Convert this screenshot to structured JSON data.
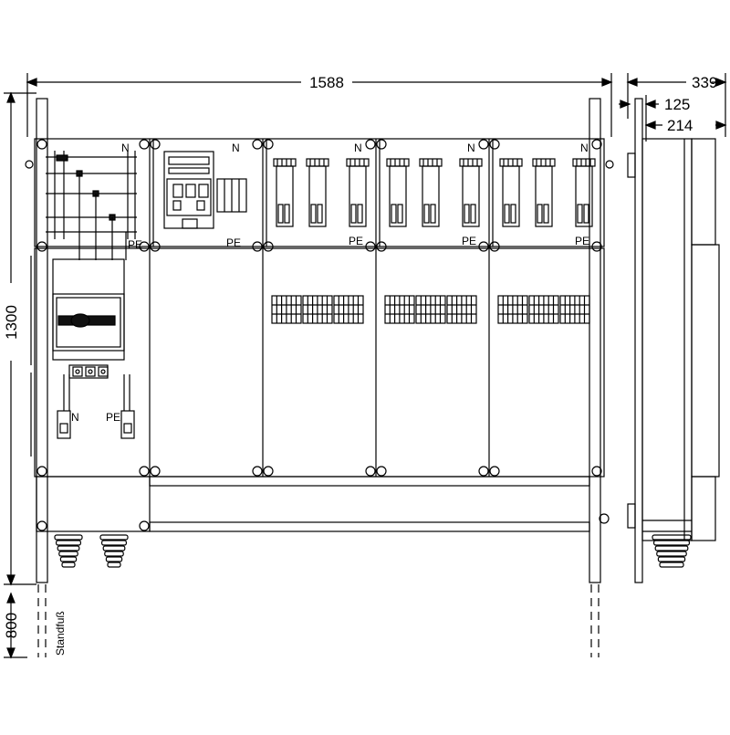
{
  "dimensions": {
    "total_width": "1588",
    "total_height": "1300",
    "stand_height": "800",
    "side_depth_total": "339",
    "side_depth_a": "125",
    "side_depth_b": "214"
  },
  "labels": {
    "neutral": "N",
    "protective_earth": "PE",
    "stand_foot": "Standfuß"
  },
  "colors": {
    "stroke": "#000000",
    "background": "#ffffff",
    "fill_dark": "#111111"
  }
}
